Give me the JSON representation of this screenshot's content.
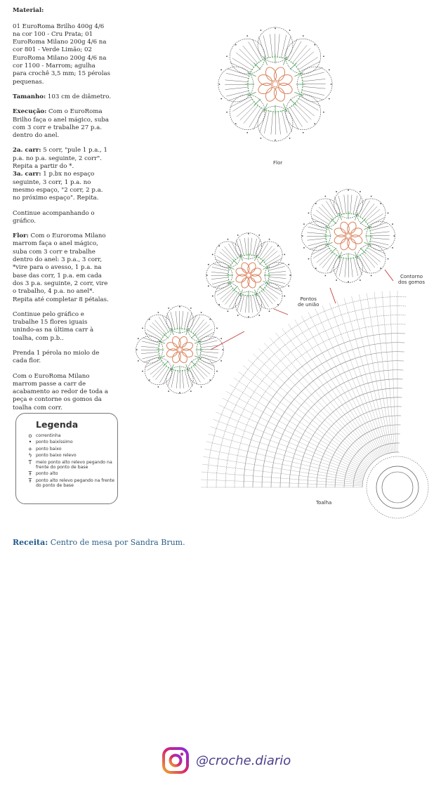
{
  "text": {
    "material_label": "Material:",
    "material_body": "01 EuroRoma Brilho 400g 4/6 na cor 100 - Cru Prata; 01 EuroRoma Milano 200g 4/6 na cor 801 - Verde Limão; 02 EuroRoma Milano 200g 4/6 na cor 1100 - Marrom; agulha para crochê 3,5 mm; 15 pérolas pequenas.",
    "tamanho_label": "Tamanho:",
    "tamanho_body": " 103 cm de diâmetro.",
    "execucao_label": "Execução:",
    "execucao_body": "  Com o EuroRoma Brilho faça o anel mágico, suba com 3 corr e trabalhe 27 p.a. dentro do anel.",
    "carr2_label": "2a. carr:",
    "carr2_body": " 5 corr, \"pule 1 p.a., 1 p.a. no p.a. seguinte, 2 corr\". Repita a partir do *.",
    "carr3_label": "3a. carr:",
    "carr3_body": " 1 p.bx no espaço seguinte, 3 corr, 1 p.a. no mesmo espaço, \"2 corr, 2 p.a. no próximo espaço\". Repita.",
    "continue_chart": "Continue acompanhando o gráfico.",
    "flor_label": "Flor:",
    "flor_body": "  Com o Euroroma Milano marrom faça o anel mágico, suba com 3 corr e trabalhe dentro do anel: 3 p.a., 3 corr, *vire para o avesso, 1 p.a. na base das corr, 1 p.a. em cada dos 3 p.a. seguinte, 2 corr, vire o trabalho, 4 p.a. no anel*. Repita até completar 8 pétalas.",
    "continue_flowers": "Continue pelo gráfico e trabalhe 15 flores iguais unindo-as na última carr à toalha, com p.b..",
    "pearl": "Prenda 1 pérola no miolo de cada flor.",
    "finish": "Com o EuroRoma Milano marrom passe a carr de acabamento ao redor de toda a peça e contorne os gomos da toalha com corr."
  },
  "legend": {
    "title": "Legenda",
    "items": [
      {
        "symbol": "o",
        "label": "correntinha"
      },
      {
        "symbol": "•",
        "label": "ponto baixíssimo"
      },
      {
        "symbol": "+",
        "label": "ponto baixo"
      },
      {
        "symbol": "ϟ",
        "label": "ponto baixo relevo"
      },
      {
        "symbol": "Ƭ",
        "label": "meio ponto alto relevo pegando na frente do ponto de base"
      },
      {
        "symbol": "Ŧ",
        "label": "ponto alto"
      },
      {
        "symbol": "Ŧ",
        "label": "ponto alto relevo pegando na frente do ponto de base"
      }
    ]
  },
  "diagram": {
    "flor_label": "Flor",
    "toalha_label": "Toalha",
    "pontos_label_1": "Pontos",
    "pontos_label_2": "de união",
    "contorno_label_1": "Contorno",
    "contorno_label_2": "dos gomos"
  },
  "recipe": {
    "label": "Receita:",
    "text": " Centro de mesa por Sandra Brum."
  },
  "footer": {
    "handle": "@croche.diario",
    "icon": "instagram-icon"
  },
  "colors": {
    "accent_blue": "#1e5a8c",
    "flower_brown": "#d9825b",
    "flower_green": "#4fa25a",
    "union_red": "#c43a3a",
    "insta_gradient_start": "#f0a62a",
    "insta_gradient_end": "#8a2be2"
  }
}
